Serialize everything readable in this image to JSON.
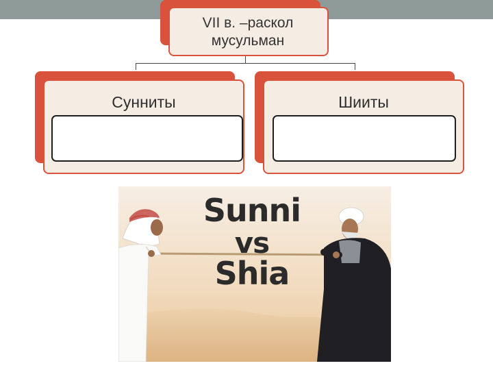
{
  "diagram": {
    "root": {
      "label": "VII в. –раскол мусульман"
    },
    "children": [
      {
        "label": "Сунниты",
        "box_value": ""
      },
      {
        "label": "Шииты",
        "box_value": ""
      }
    ]
  },
  "picture": {
    "line1": "Sunni",
    "line2": "vs",
    "line3": "Shia"
  }
}
